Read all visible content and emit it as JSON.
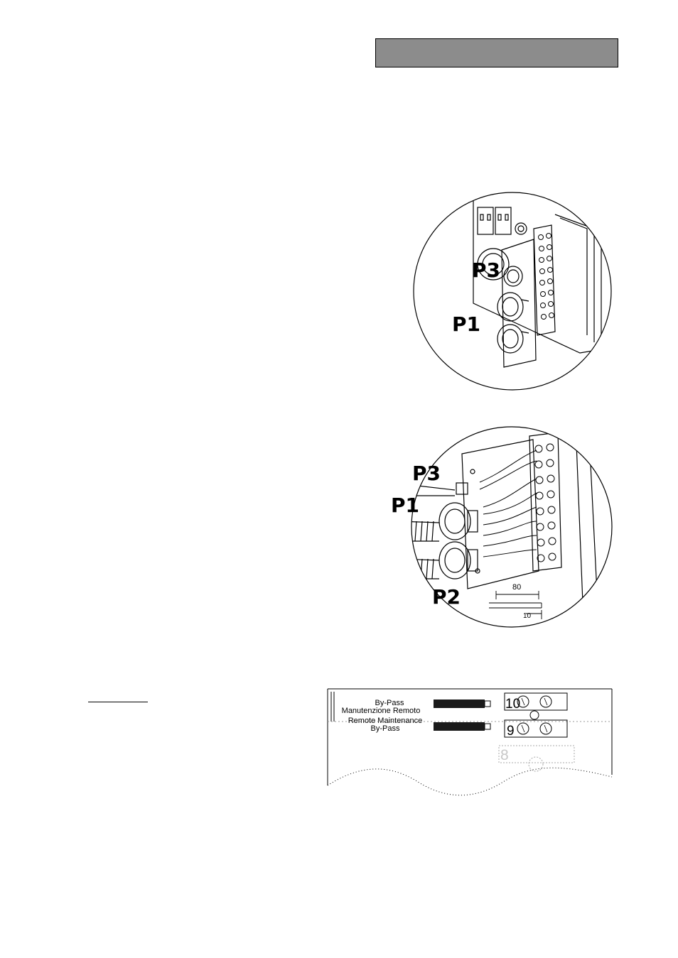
{
  "header": {
    "bar_color": "#8c8c8c",
    "title": ""
  },
  "figure_top": {
    "labels": {
      "p3": "P3",
      "p1": "P1"
    }
  },
  "figure_middle": {
    "labels": {
      "p3": "P3",
      "p1": "P1",
      "p2": "P2"
    },
    "dimensions": {
      "length": "80",
      "strip": "10"
    }
  },
  "figure_bottom": {
    "panel_lines": [
      "By-Pass",
      "Manutenzione Remoto",
      "Remote Maintenance",
      "By-Pass"
    ],
    "terminals": [
      "10",
      "9",
      "8"
    ]
  }
}
